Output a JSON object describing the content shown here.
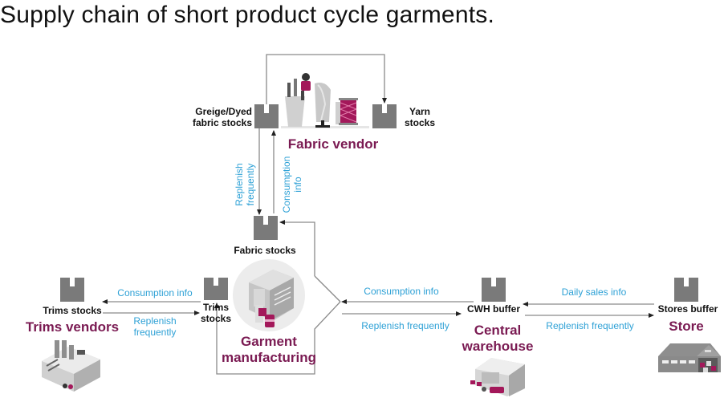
{
  "title": "Supply chain of short product cycle garments.",
  "colors": {
    "node_title": "#7a1a52",
    "flow_label": "#2ea1d6",
    "stock_box": "#7a7a7a",
    "line": "#8a8a8a",
    "accent": "#a3185a"
  },
  "nodes": {
    "fabric_vendor": {
      "title": "Fabric vendor",
      "stocks": [
        {
          "label_line1": "Greige/Dyed",
          "label_line2": "fabric stocks"
        },
        {
          "label_line1": "Yarn",
          "label_line2": "stocks"
        }
      ],
      "icon": "fabric-vendor-illustration"
    },
    "fabric_stocks": {
      "label": "Fabric stocks"
    },
    "garment_manufacturing": {
      "title_line1": "Garment",
      "title_line2": "manufacturing",
      "trims_stock_line1": "Trims",
      "trims_stock_line2": "stocks",
      "icon": "factory-illustration"
    },
    "trims_vendors": {
      "title": "Trims vendors",
      "stock_label": "Trims stocks",
      "icon": "trims-factory-illustration"
    },
    "central_warehouse": {
      "title_line1": "Central",
      "title_line2": "warehouse",
      "stock_label": "CWH buffer",
      "icon": "warehouse-illustration"
    },
    "store": {
      "title": "Store",
      "stock_label": "Stores buffer",
      "icon": "store-illustration"
    }
  },
  "flows": {
    "fabric_replenish_line1": "Replenish",
    "fabric_replenish_line2": "frequently",
    "fabric_consumption_line1": "Consumption",
    "fabric_consumption_line2": "info",
    "trims_consumption": "Consumption info",
    "trims_replenish_line1": "Replenish",
    "trims_replenish_line2": "frequently",
    "cwh_consumption": "Consumption info",
    "cwh_replenish": "Replenish frequently",
    "store_sales": "Daily sales info",
    "store_replenish": "Replenish frequently"
  }
}
